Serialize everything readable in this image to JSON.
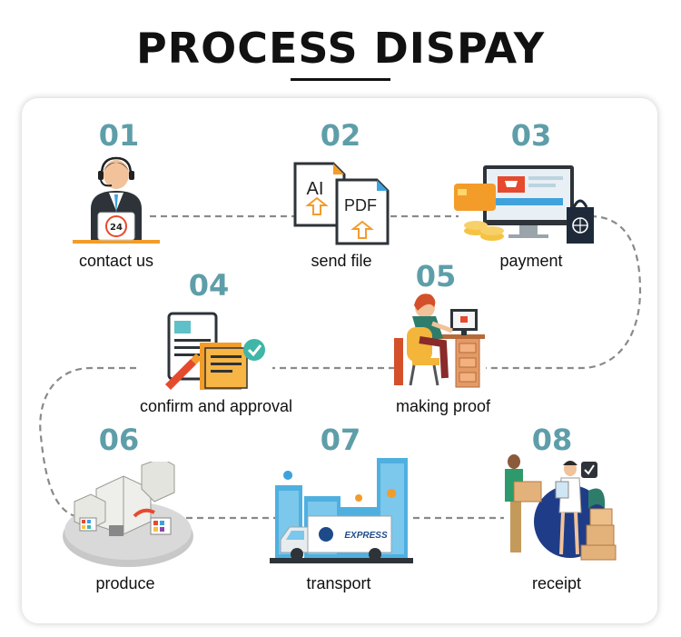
{
  "title": "PROCESS DISPAY",
  "colors": {
    "number": "#5e9ea9",
    "dash": "#8a8a8a",
    "orange": "#f39c2a",
    "blue": "#3fa2dc"
  },
  "steps": [
    {
      "number": "01",
      "label": "contact us",
      "icon": "customer-service-icon",
      "badge": "24"
    },
    {
      "number": "02",
      "label": "send file",
      "icon": "file-upload-icon",
      "file_a": "AI",
      "file_b": "PDF"
    },
    {
      "number": "03",
      "label": "payment",
      "icon": "online-payment-icon"
    },
    {
      "number": "04",
      "label": "confirm and approval",
      "icon": "document-approval-icon"
    },
    {
      "number": "05",
      "label": "making proof",
      "icon": "designer-at-desk-icon"
    },
    {
      "number": "06",
      "label": "produce",
      "icon": "printing-factory-icon"
    },
    {
      "number": "07",
      "label": "transport",
      "icon": "delivery-truck-icon",
      "truck_text": "EXPRESS"
    },
    {
      "number": "08",
      "label": "receipt",
      "icon": "package-receipt-icon"
    }
  ]
}
